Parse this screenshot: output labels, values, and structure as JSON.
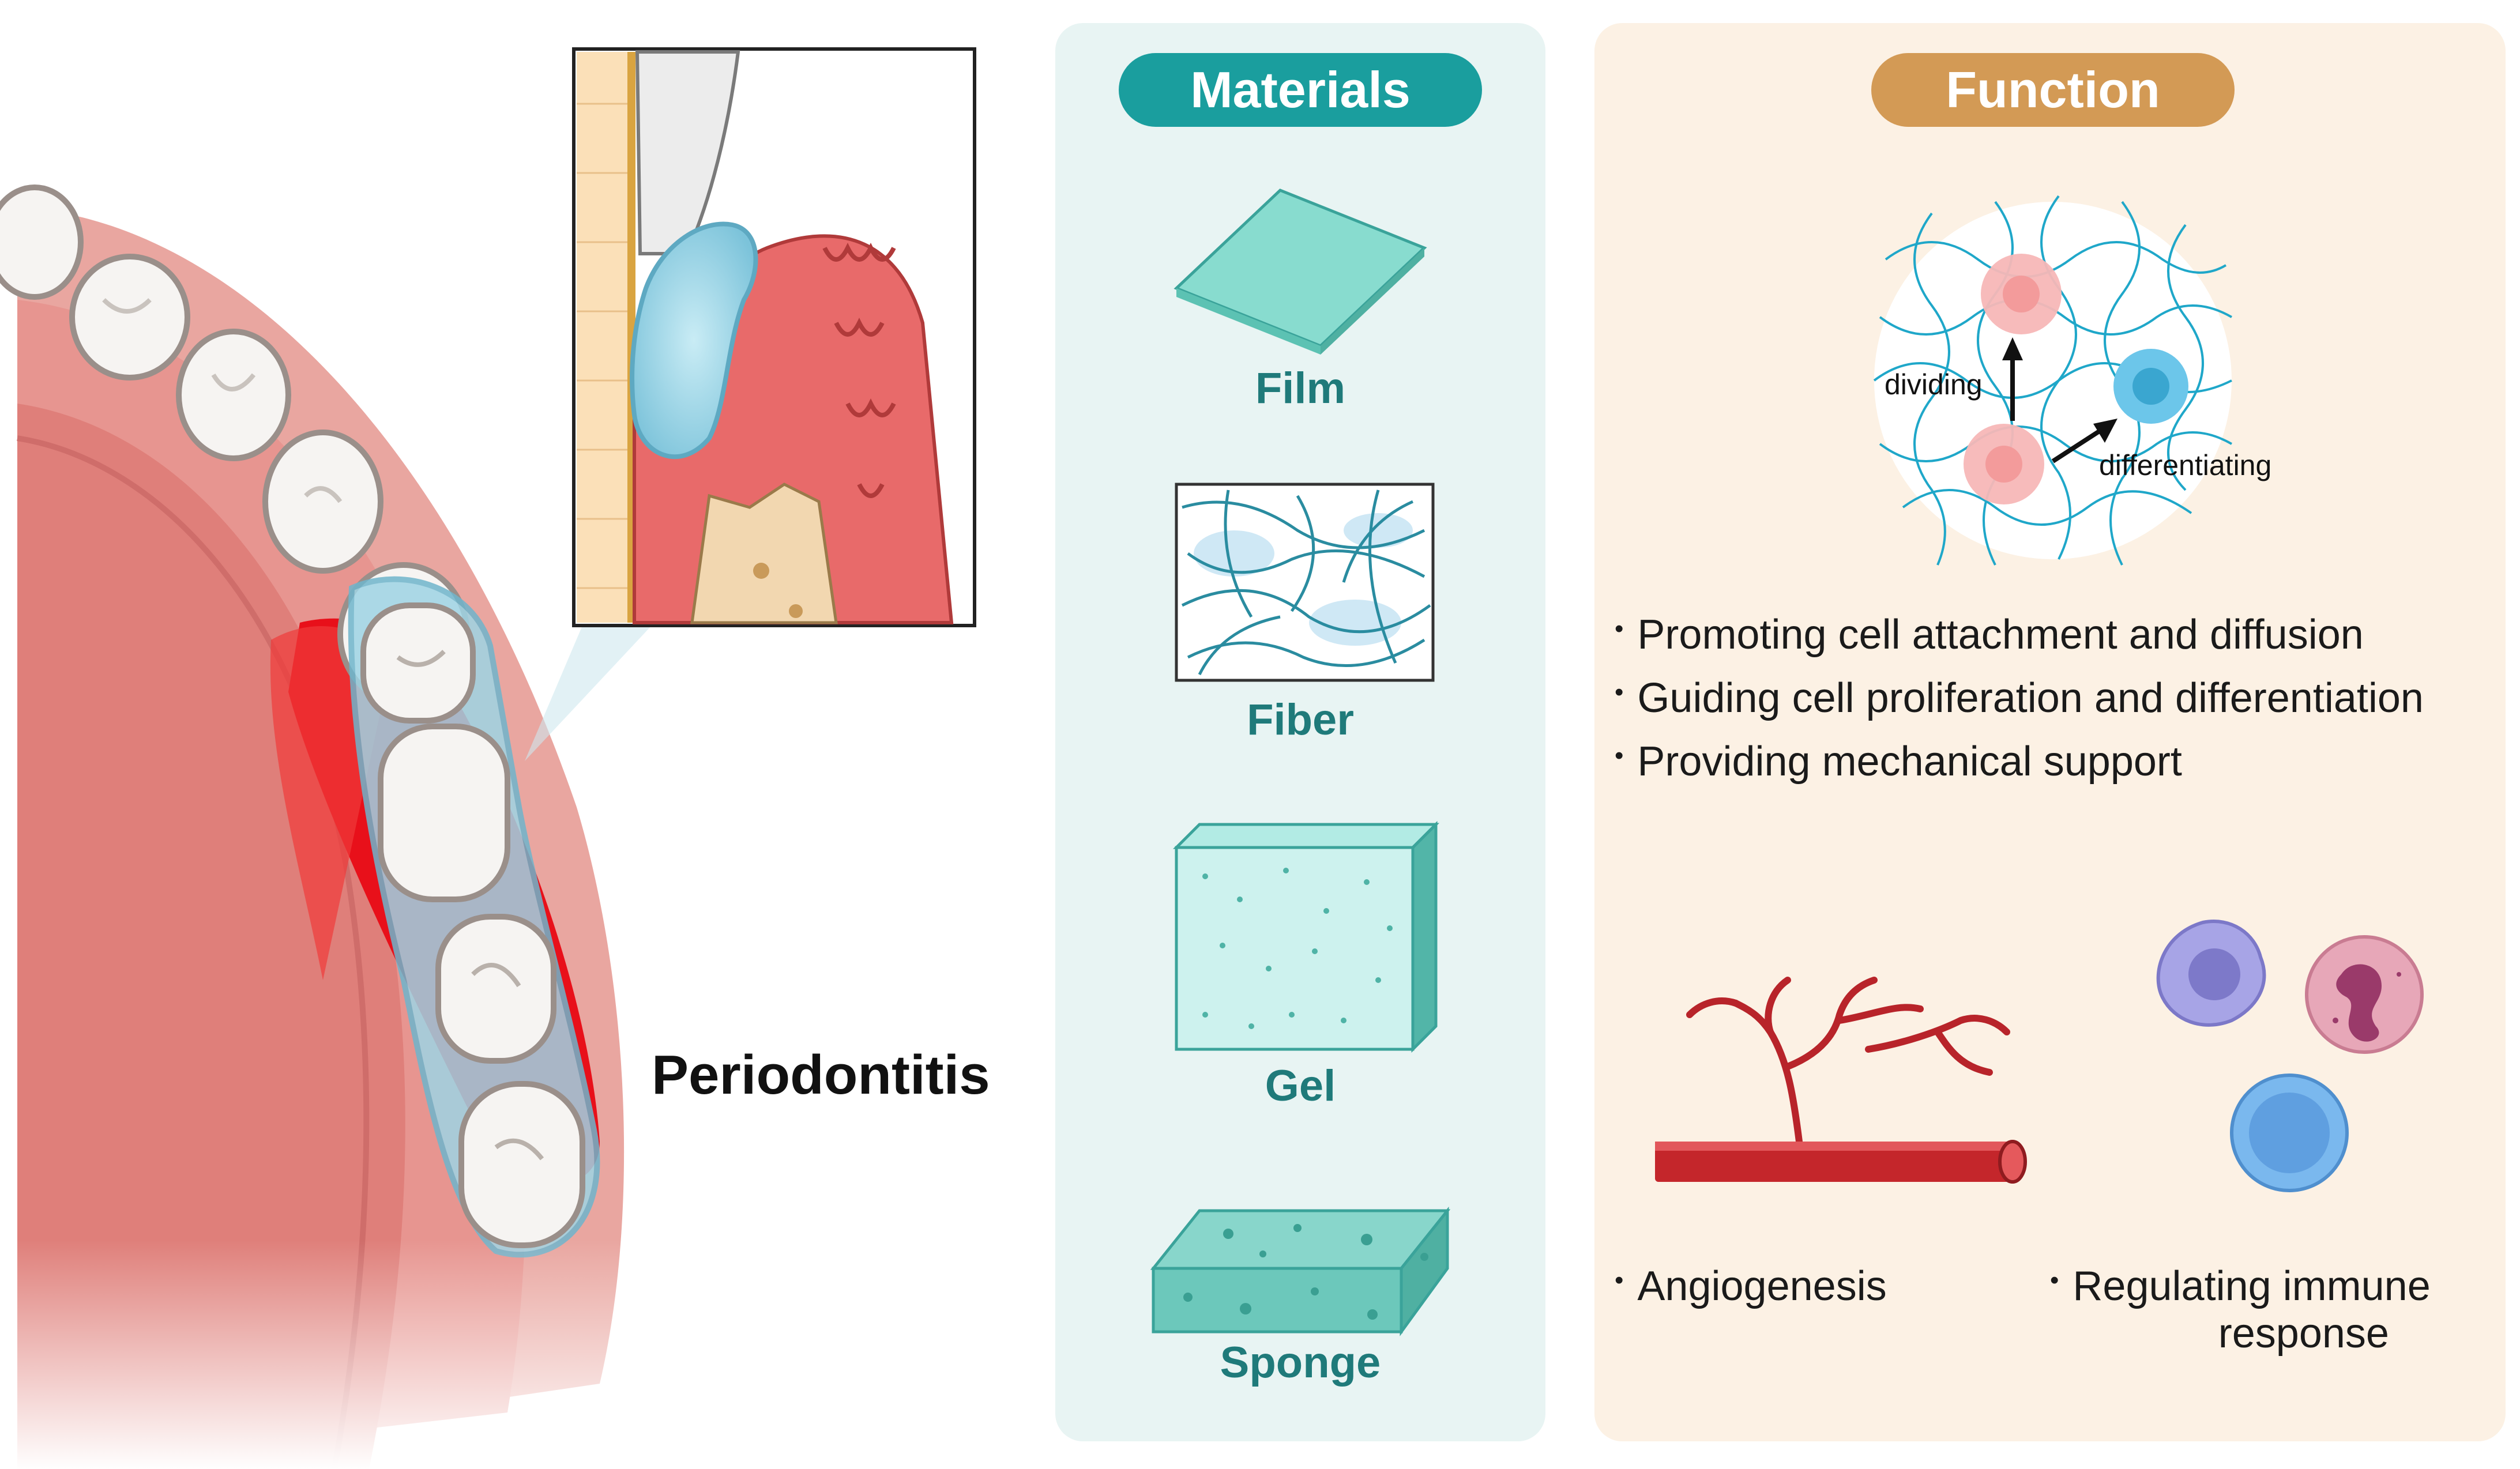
{
  "left": {
    "condition_label": "Periodontitis"
  },
  "materials": {
    "header": "Materials",
    "items": [
      {
        "label": "Film"
      },
      {
        "label": "Fiber"
      },
      {
        "label": "Gel"
      },
      {
        "label": "Sponge"
      }
    ]
  },
  "function": {
    "header": "Function",
    "cell_labels": {
      "dividing": "dividing",
      "differentiating": "differentiating"
    },
    "bullets": [
      "Promoting cell attachment and diffusion",
      "Guiding cell proliferation and differentiation",
      "Providing mechanical support"
    ],
    "angiogenesis": "Angiogenesis",
    "immune_line1": "Regulating immune",
    "immune_line2": "response"
  },
  "colors": {
    "materials_accent": "#1a9e9e",
    "function_accent": "#d39a55",
    "gum": "#e58c8c",
    "inflamed": "#e8101a",
    "gel_blue": "#8fd0e3"
  }
}
